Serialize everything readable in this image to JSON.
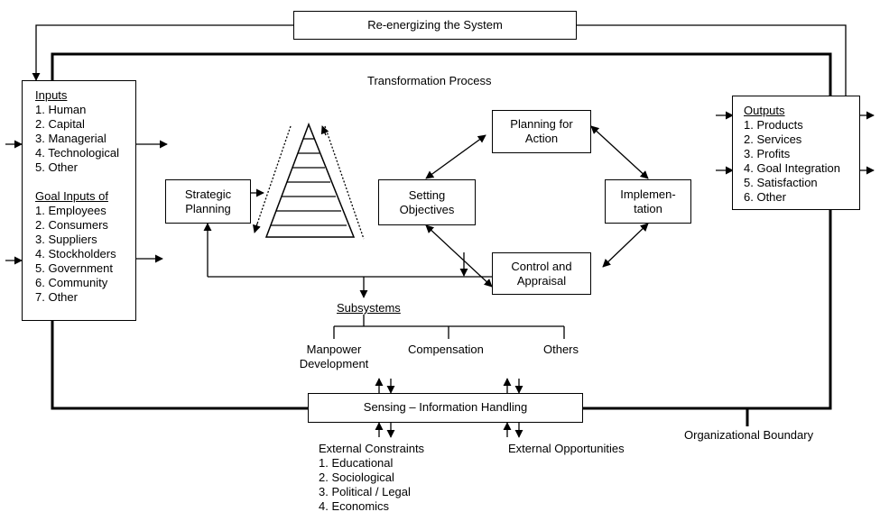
{
  "reenergizing": "Re-energizing the System",
  "transformation": "Transformation Process",
  "inputs": {
    "title": "Inputs",
    "items": [
      "1. Human",
      "2. Capital",
      "3. Managerial",
      "4. Technological",
      "5. Other"
    ],
    "goal_title": "Goal Inputs of",
    "goal_items": [
      "1. Employees",
      "2. Consumers",
      "3. Suppliers",
      "4. Stockholders",
      "5. Government",
      "6. Community",
      "7. Other"
    ]
  },
  "outputs": {
    "title": "Outputs",
    "items": [
      "1. Products",
      "2. Services",
      "3. Profits",
      "4. Goal Integration",
      "5. Satisfaction",
      "6. Other"
    ]
  },
  "strategic": [
    "Strategic",
    "Planning"
  ],
  "setting": [
    "Setting",
    "Objectives"
  ],
  "planning_action": [
    "Planning for",
    "Action"
  ],
  "implementation": [
    "Implemen-",
    "tation"
  ],
  "control": [
    "Control and",
    "Appraisal"
  ],
  "subsystems": {
    "title": "Subsystems",
    "manpower": [
      "Manpower",
      "Development"
    ],
    "compensation": "Compensation",
    "others": "Others"
  },
  "sensing": "Sensing – Information Handling",
  "external_constraints": {
    "title": "External Constraints",
    "items": [
      "1. Educational",
      "2. Sociological",
      "3. Political / Legal",
      "4. Economics"
    ]
  },
  "external_opportunities": "External Opportunities",
  "boundary": "Organizational Boundary"
}
